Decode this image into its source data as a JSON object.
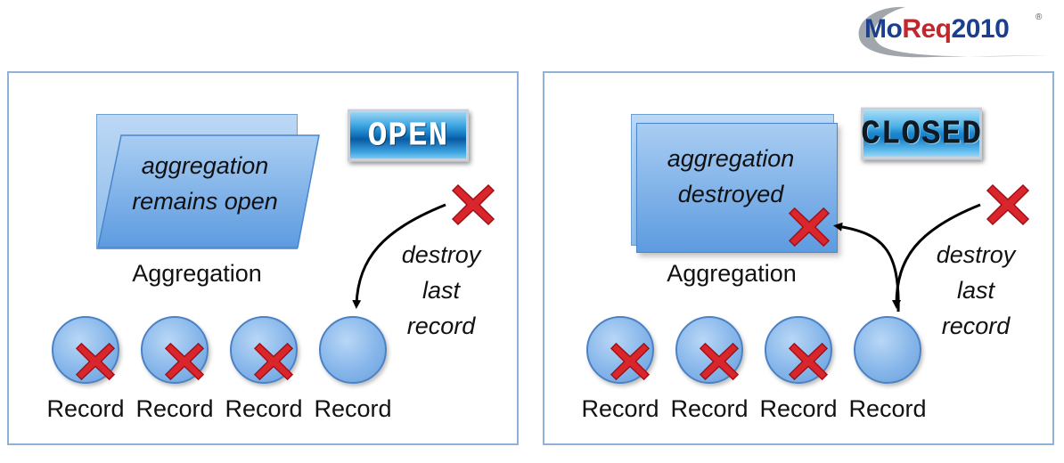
{
  "logo": {
    "mo": "Mo",
    "req": "Req",
    "year": "2010",
    "reg": "®"
  },
  "left_panel": {
    "badge": "OPEN",
    "aggregation_text_line1": "aggregation",
    "aggregation_text_line2": "remains open",
    "aggregation_label": "Aggregation",
    "destroy_line1": "destroy",
    "destroy_line2": "last",
    "destroy_line3": "record",
    "records": [
      "Record",
      "Record",
      "Record",
      "Record"
    ]
  },
  "right_panel": {
    "badge": "CLOSED",
    "aggregation_text_line1": "aggregation",
    "aggregation_text_line2": "destroyed",
    "aggregation_label": "Aggregation",
    "destroy_line1": "destroy",
    "destroy_line2": "last",
    "destroy_line3": "record",
    "records": [
      "Record",
      "Record",
      "Record",
      "Record"
    ]
  },
  "colors": {
    "accent_blue": "#5d9be0",
    "x_red": "#d9262c",
    "border": "#8fb2d6"
  }
}
